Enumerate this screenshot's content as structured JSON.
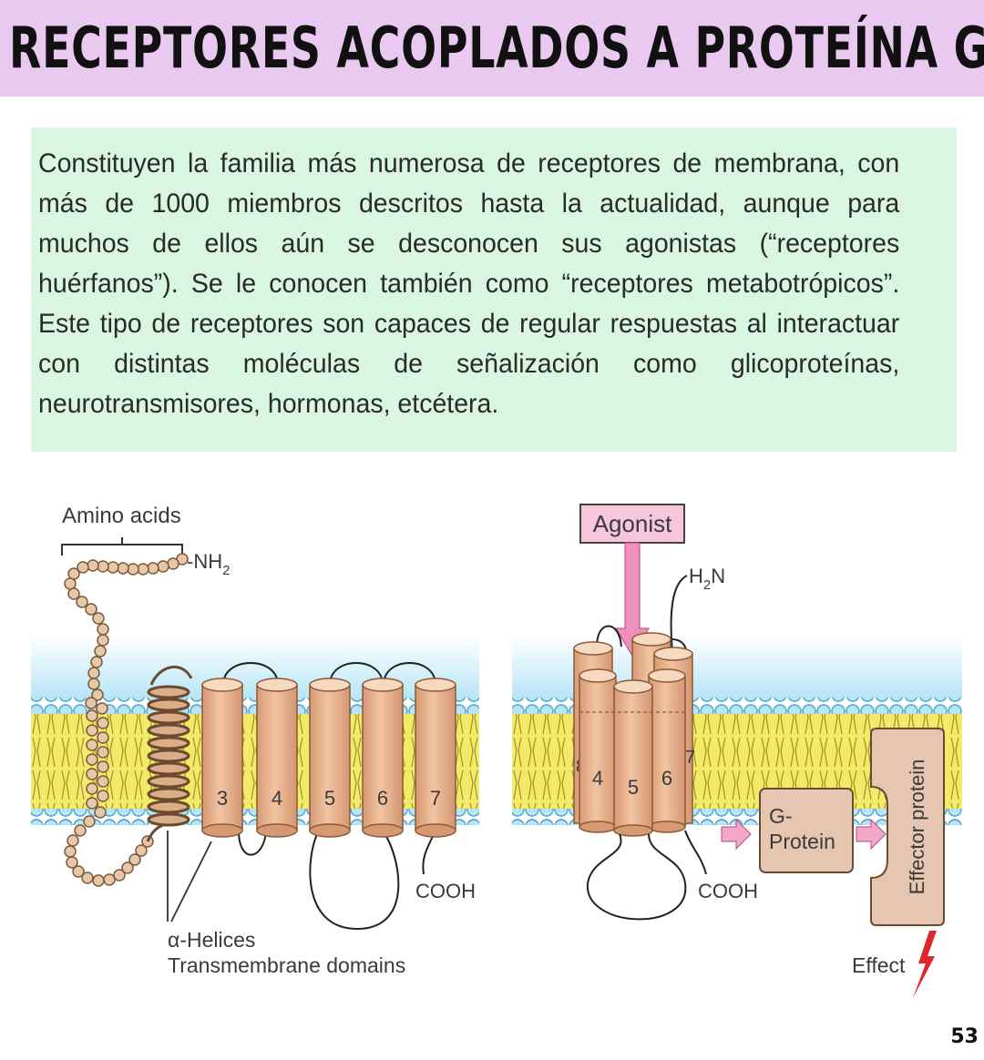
{
  "header": {
    "title": "RECEPTORES ACOPLADOS A PROTEÍNA G"
  },
  "intro": {
    "paragraph": "Constituyen la familia más numerosa de receptores de membrana, con más de 1000 miembros descritos hasta la actualidad, aunque para muchos de ellos aún se desconocen sus agonistas (“receptores huérfanos”). Se le conocen también como “receptores metabotrópicos”. Este tipo de receptores son capaces de regular respuestas al interactuar con distintas moléculas de señalización como glicoproteínas, neurotransmisores, hormonas, etcétera."
  },
  "diagram": {
    "left": {
      "amino_acids": "Amino acids",
      "nh2": "-NH",
      "nh2_sub": "2",
      "helix_numbers": [
        "3",
        "4",
        "5",
        "6",
        "7"
      ],
      "cooh": "COOH",
      "alpha_helices": "α-Helices",
      "transmembrane_domains": "Transmembrane domains"
    },
    "right": {
      "agonist": "Agonist",
      "h2n_h": "H",
      "h2n_sub": "2",
      "h2n_n": "N",
      "helix_numbers": [
        "8",
        "4",
        "5",
        "6",
        "7"
      ],
      "cooh": "COOH",
      "g_protein_line1": "G-",
      "g_protein_line2": "Protein",
      "effector_protein": "Effector protein",
      "effect": "Effect"
    }
  },
  "page_number": "53",
  "colors": {
    "title_bg": "#e9c9f0",
    "intro_bg": "#d8f6e2",
    "cylinder": "#e8b590",
    "lipid_head": "#b9e4f5",
    "lipid_tail": "#f4ea6a",
    "arrow_pink": "#f2a8c8",
    "protein_box": "#e6c6b0"
  }
}
